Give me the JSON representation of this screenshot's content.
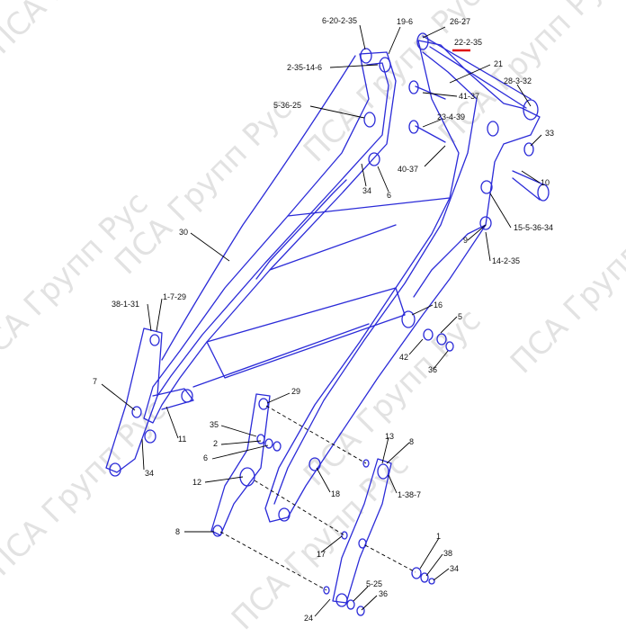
{
  "watermark": "ПСА Групп Рус",
  "colors": {
    "outline": "#2b2bd8",
    "leader": "#000000",
    "highlight": "#e01010",
    "watermark": "#969696"
  },
  "callouts": {
    "c_6_20_2_35": "6-20-2-35",
    "c_19_6": "19-6",
    "c_26_27": "26-27",
    "c_22_2_35": "22-2-35",
    "c_2_35_14_6": "2-35-14-6",
    "c_21": "21",
    "c_28_3_32": "28-3-32",
    "c_41_37": "41-37",
    "c_5_36_25": "5-36-25",
    "c_23_4_39": "23-4-39",
    "c_33": "33",
    "c_40_37": "40-37",
    "c_34_top": "34",
    "c_6_top": "6",
    "c_10": "10",
    "c_30": "30",
    "c_15_5_36_34": "15-5-36-34",
    "c_9": "9",
    "c_14_2_35": "14-2-35",
    "c_38_1_31": "38-1-31",
    "c_1_7_29": "1-7-29",
    "c_16": "16",
    "c_5_right": "5",
    "c_42": "42",
    "c_36_right": "36",
    "c_7": "7",
    "c_29": "29",
    "c_11": "11",
    "c_35": "35",
    "c_2": "2",
    "c_6_mid": "6",
    "c_13": "13",
    "c_8_right": "8",
    "c_34_left": "34",
    "c_12": "12",
    "c_18": "18",
    "c_1_38_7": "1-38-7",
    "c_8_left": "8",
    "c_17": "17",
    "c_1_bottom": "1",
    "c_38_bottom": "38",
    "c_34_bottom": "34",
    "c_5_25": "5-25",
    "c_36_bottom": "36",
    "c_24": "24"
  }
}
